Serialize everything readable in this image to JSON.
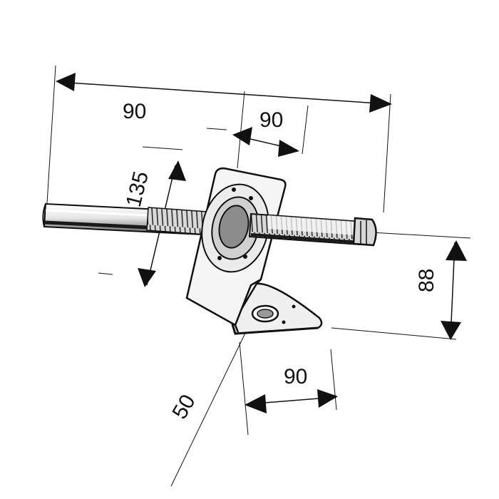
{
  "dimensions": {
    "overall_length": "90",
    "plate_width": "90",
    "height_135": "135",
    "height_88": "88",
    "base_width": "90",
    "diameter_50": "50"
  },
  "colors": {
    "ink": "#111111",
    "metal_light": "#f2f2f2",
    "metal_mid": "#bdbdbd",
    "metal_dark": "#3a3a3a",
    "background": "#ffffff"
  }
}
